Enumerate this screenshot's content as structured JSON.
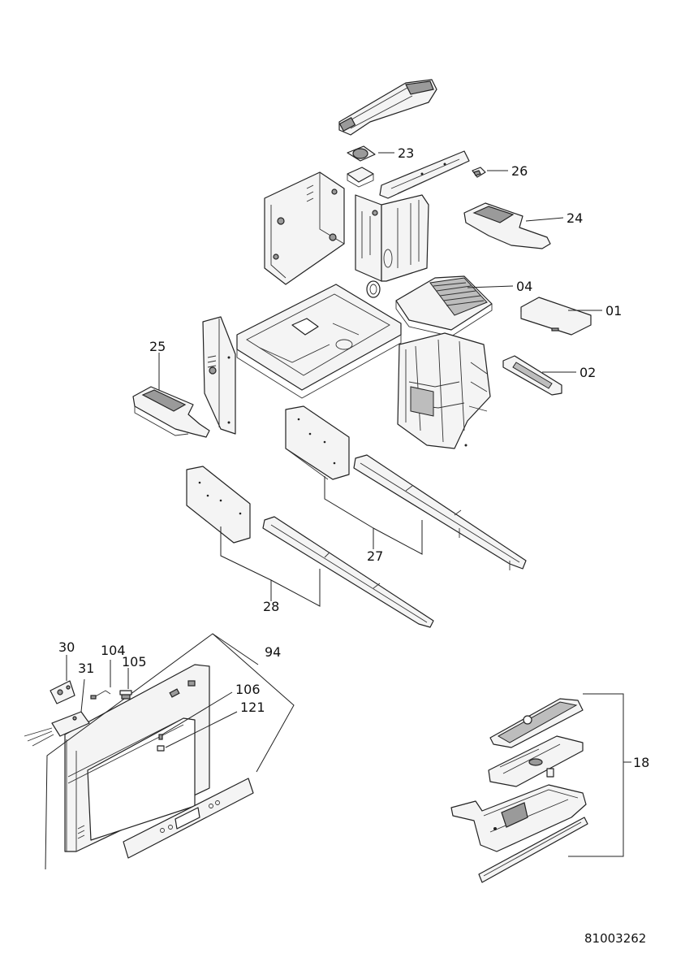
{
  "document_number": "81003262",
  "callouts": {
    "p01": "01",
    "p02": "02",
    "p04": "04",
    "p18": "18",
    "p23": "23",
    "p24": "24",
    "p25": "25",
    "p26": "26",
    "p27": "27",
    "p28": "28",
    "p30": "30",
    "p31": "31",
    "p94": "94",
    "p104": "104",
    "p105": "105",
    "p106": "106",
    "p121": "121"
  }
}
